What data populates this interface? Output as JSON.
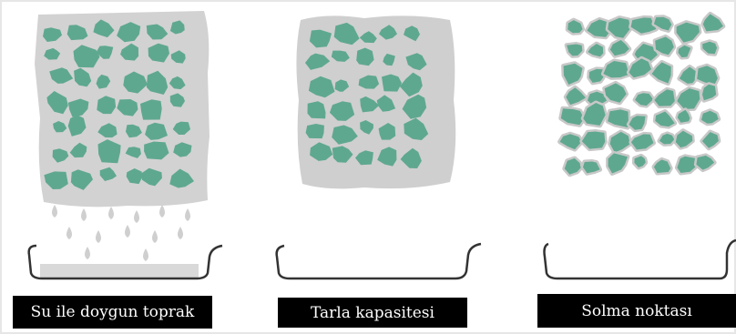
{
  "panels": [
    {
      "label": "Su ile doygun toprak"
    },
    {
      "label": "Tarla kapasitesi"
    },
    {
      "label": "Solma noktası"
    }
  ],
  "colors": {
    "soil_particle": "#5fa890",
    "water_film": "#c8c8c8",
    "saturated_pore_water": "#d2d2d2",
    "droplet": "#cfcfcf",
    "container": "#333333",
    "label_background": "#000000",
    "label_text": "#ffffff"
  }
}
